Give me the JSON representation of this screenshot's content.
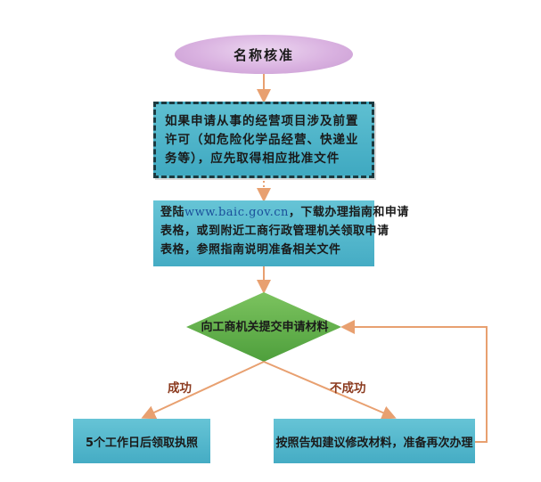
{
  "nodes": {
    "name_approval": "名称核准",
    "precondition": "如果申请从事的经营项目涉及前置许可（如危险化学品经营、快递业务等），应先取得相应批准文件",
    "login": {
      "prefix": "登陆",
      "url": "www.baic.gov.cn",
      "line1_suffix": "，下载办理指南和申请",
      "line2": "表格，或到附近工商行政管理机关领取申请",
      "line3": "表格，参照指南说明准备相关文件"
    },
    "submit": "向工商机关提交申请材料",
    "success_result": "5个工作日后领取执照",
    "fail_result": "按照告知建议修改材料，准备再次办理"
  },
  "edges": {
    "success": "成功",
    "fail": "不成功"
  },
  "colors": {
    "box_fill": "#4fb4ca",
    "oval_fill": "#d9b1e0",
    "diamond_fill": "#5fb04a",
    "arrow": "#e8a070",
    "label_text": "#8b3a1e"
  }
}
